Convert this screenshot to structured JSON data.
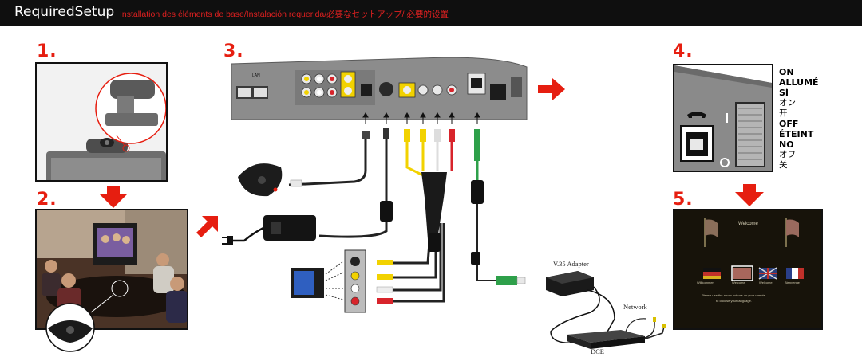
{
  "header": {
    "title_bold": "Required",
    "title_rest": "Setup",
    "subtitle": "Installation des éléments de base/Instalación requerida/必要なセットアップ/ 必要的设置",
    "bg_color": "#0f0f0f",
    "accent_color": "#e02020"
  },
  "steps": {
    "s1": "1.",
    "s2": "2.",
    "s3": "3.",
    "s4": "4.",
    "s5": "5."
  },
  "power_labels": {
    "on": [
      "ON",
      "ALLUMÉ",
      "SÍ"
    ],
    "on_jp": "オン",
    "on_cn": "开",
    "off": [
      "OFF",
      "ÉTEINT",
      "NO"
    ],
    "off_jp": "オフ",
    "off_cn": "关"
  },
  "connection_labels": {
    "adapter": "V.35 Adapter",
    "network": "Network",
    "dce": "DCE",
    "lan": "LAN"
  },
  "welcome_screen": {
    "title": "Welcome",
    "languages": [
      "Willkommen",
      "Welcome",
      "Welcome",
      "Bienvenue"
    ],
    "instruction_line1": "Please use the arrow buttons on your remote",
    "instruction_line2": "to choose your language."
  },
  "colors": {
    "step_red": "#e61e10",
    "arrow_red": "#e61e10",
    "device_gray": "#8c8c8c",
    "cable_yellow": "#f2d200",
    "cable_red": "#d8242b",
    "cable_green": "#2ea04a"
  }
}
